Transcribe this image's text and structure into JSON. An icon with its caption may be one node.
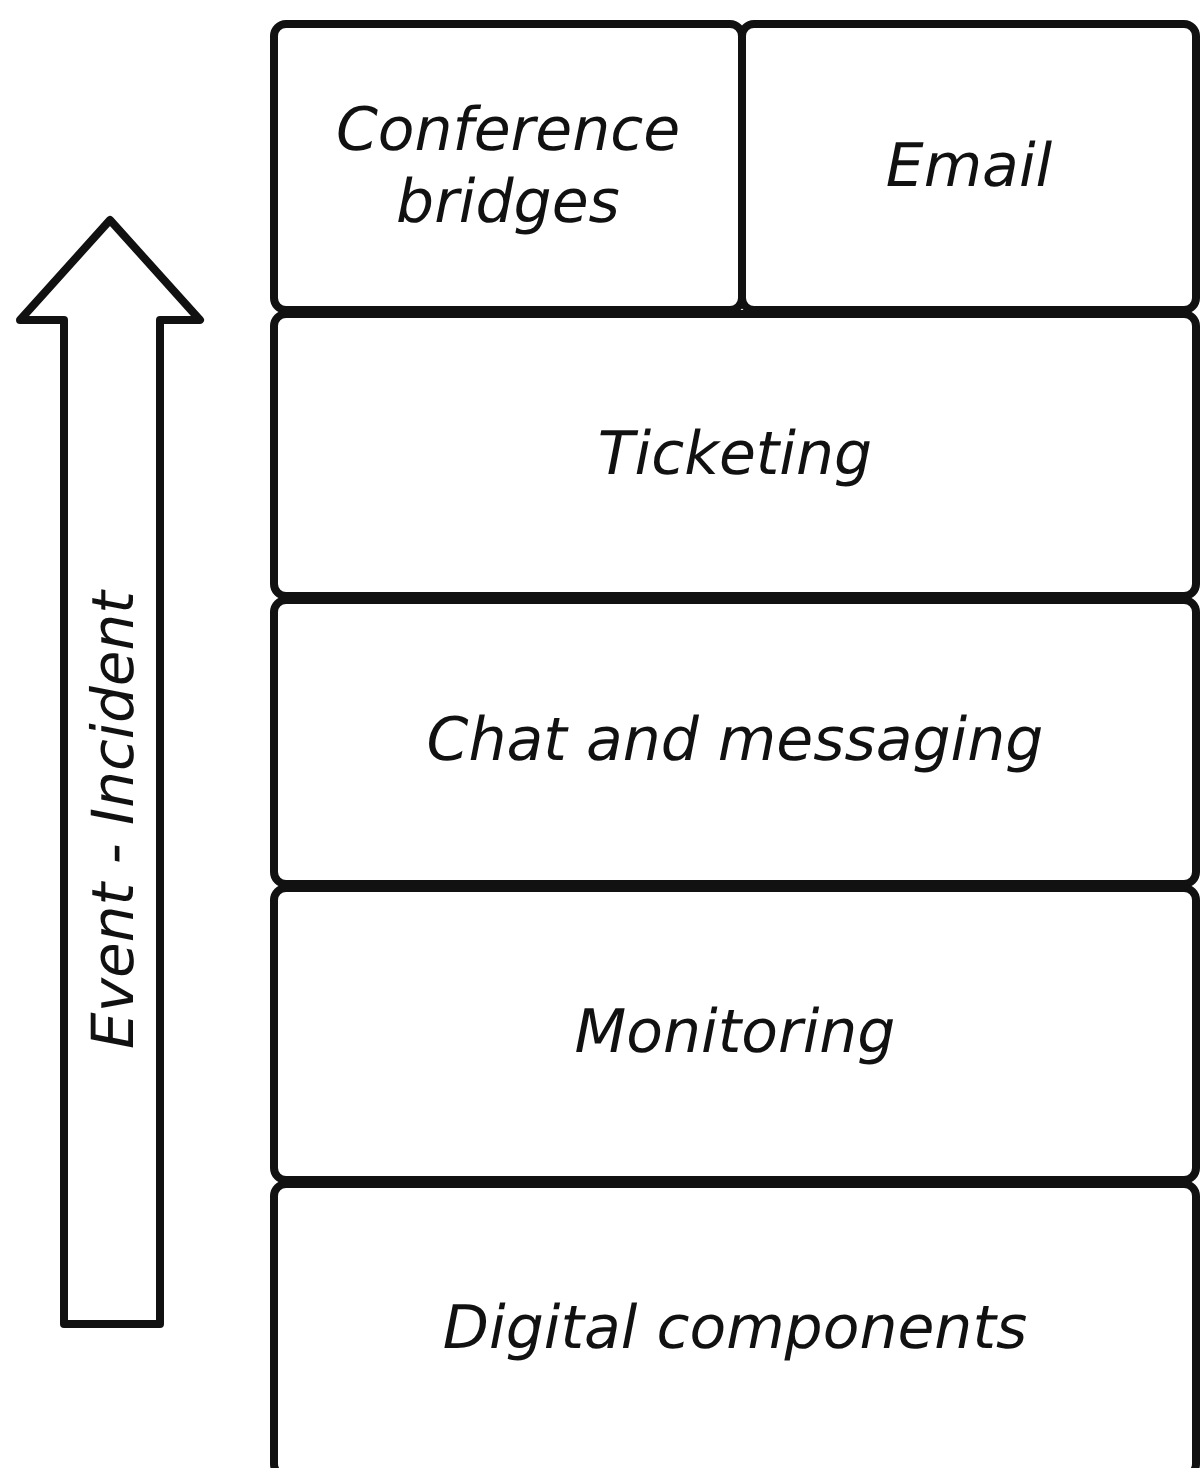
{
  "diagram": {
    "nodes": [
      {
        "text": [
          "Conference bridges"
        ]
      },
      {
        "text": [
          "Email"
        ]
      },
      {
        "text": [
          "Ticketing"
        ]
      },
      {
        "text": [
          "Chat and messaging"
        ]
      },
      {
        "text": [
          "Monitoring"
        ]
      },
      {
        "text": [
          "Digital components"
        ]
      }
    ],
    "labels": [
      "Event - Incident"
    ]
  }
}
